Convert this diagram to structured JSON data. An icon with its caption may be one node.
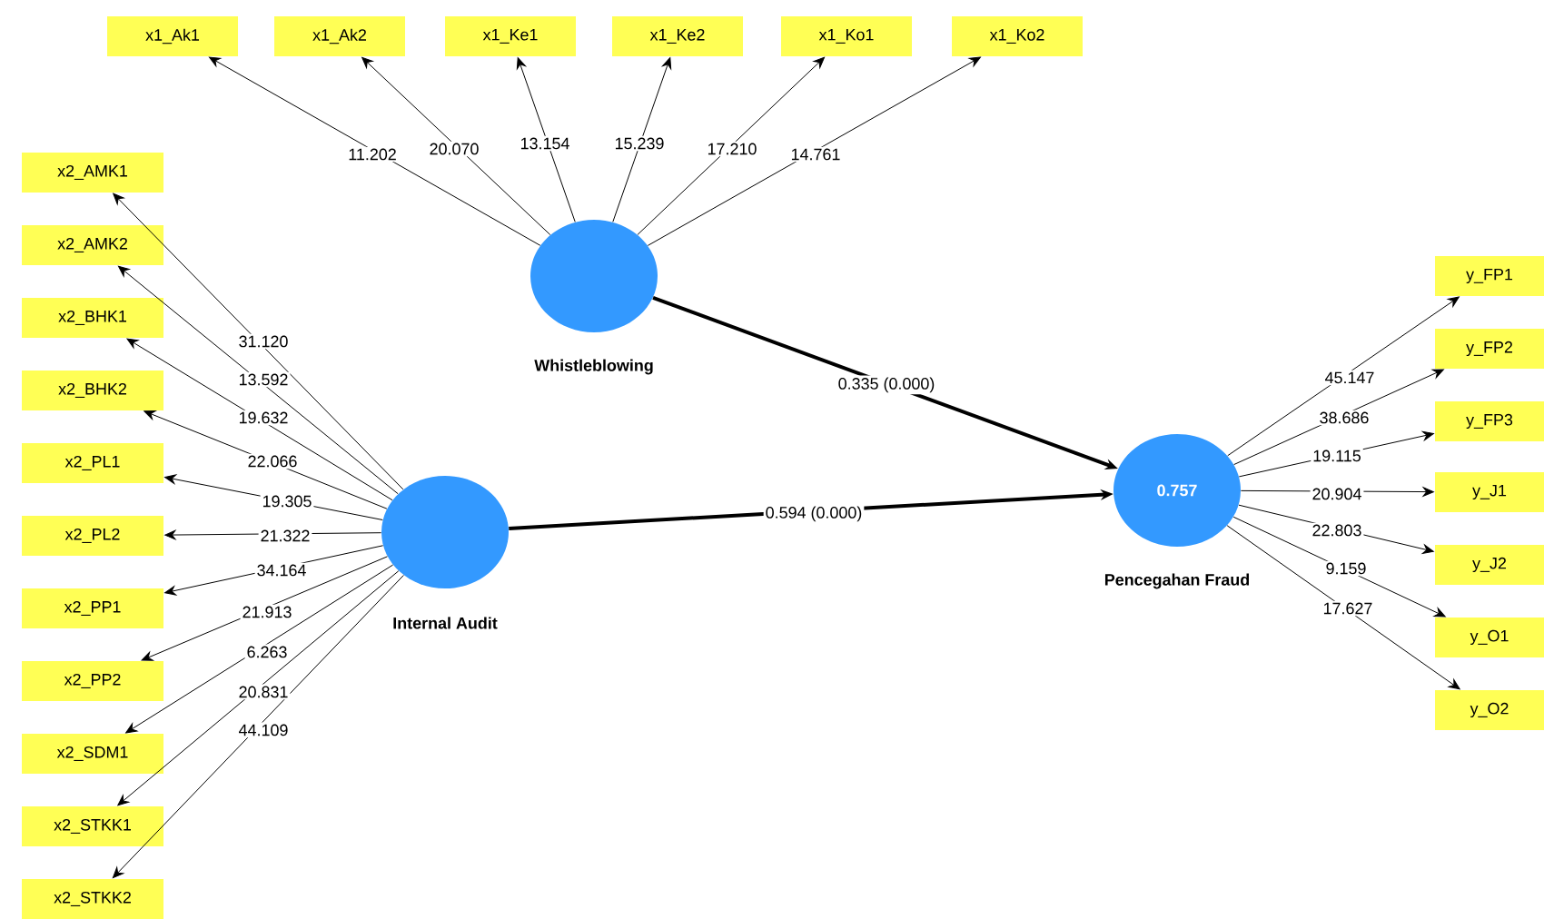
{
  "diagram": {
    "nodes": [
      {
        "text": [
          "x1_Ak1"
        ]
      },
      {
        "text": [
          "x1_Ak2"
        ]
      },
      {
        "text": [
          "x1_Ke1"
        ]
      },
      {
        "text": [
          "x1_Ke2"
        ]
      },
      {
        "text": [
          "x1_Ko1"
        ]
      },
      {
        "text": [
          "x1_Ko2"
        ]
      },
      {
        "text": [
          "Whistleblowing"
        ]
      },
      {
        "text": [
          "x2_AMK1"
        ]
      },
      {
        "text": [
          "x2_AMK2"
        ]
      },
      {
        "text": [
          "x2_BHK1"
        ]
      },
      {
        "text": [
          "x2_BHK2"
        ]
      },
      {
        "text": [
          "x2_PL1"
        ]
      },
      {
        "text": [
          "x2_PL2"
        ]
      },
      {
        "text": [
          "x2_PP1"
        ]
      },
      {
        "text": [
          "x2_PP2"
        ]
      },
      {
        "text": [
          "x2_SDM1"
        ]
      },
      {
        "text": [
          "x2_STKK1"
        ]
      },
      {
        "text": [
          "x2_STKK2"
        ]
      },
      {
        "text": [
          "Internal Audit"
        ]
      },
      {
        "text": [
          "y_FP1"
        ]
      },
      {
        "text": [
          "y_FP2"
        ]
      },
      {
        "text": [
          "y_FP3"
        ]
      },
      {
        "text": [
          "y_J1"
        ]
      },
      {
        "text": [
          "y_J2"
        ]
      },
      {
        "text": [
          "y_O1"
        ]
      },
      {
        "text": [
          "y_O2"
        ]
      },
      {
        "text": [
          "0.757",
          "Pencegahan Fraud"
        ]
      }
    ],
    "edges": [
      {
        "from": 6,
        "to": 0,
        "arrow": "to",
        "label": "11.202"
      },
      {
        "from": 6,
        "to": 1,
        "arrow": "to",
        "label": "20.070"
      },
      {
        "from": 6,
        "to": 2,
        "arrow": "to",
        "label": "13.154"
      },
      {
        "from": 6,
        "to": 3,
        "arrow": "to",
        "label": "15.239"
      },
      {
        "from": 6,
        "to": 4,
        "arrow": "to",
        "label": "17.210"
      },
      {
        "from": 6,
        "to": 5,
        "arrow": "to",
        "label": "14.761"
      },
      {
        "from": 18,
        "to": 7,
        "arrow": "to",
        "label": "31.120"
      },
      {
        "from": 18,
        "to": 8,
        "arrow": "to",
        "label": "13.592"
      },
      {
        "from": 18,
        "to": 9,
        "arrow": "to",
        "label": "19.632"
      },
      {
        "from": 18,
        "to": 10,
        "arrow": "to",
        "label": "22.066"
      },
      {
        "from": 18,
        "to": 11,
        "arrow": "to",
        "label": "19.305"
      },
      {
        "from": 18,
        "to": 12,
        "arrow": "to",
        "label": "21.322"
      },
      {
        "from": 18,
        "to": 13,
        "arrow": "to",
        "label": "34.164"
      },
      {
        "from": 18,
        "to": 14,
        "arrow": "to",
        "label": "21.913"
      },
      {
        "from": 18,
        "to": 15,
        "arrow": "to",
        "label": "6.263"
      },
      {
        "from": 18,
        "to": 16,
        "arrow": "to",
        "label": "20.831"
      },
      {
        "from": 18,
        "to": 17,
        "arrow": "to",
        "label": "44.109"
      },
      {
        "from": 26,
        "to": 19,
        "arrow": "to",
        "label": "45.147"
      },
      {
        "from": 26,
        "to": 20,
        "arrow": "to",
        "label": "38.686"
      },
      {
        "from": 26,
        "to": 21,
        "arrow": "to",
        "label": "19.115"
      },
      {
        "from": 26,
        "to": 22,
        "arrow": "to",
        "label": "20.904"
      },
      {
        "from": 26,
        "to": 23,
        "arrow": "to",
        "label": "22.803"
      },
      {
        "from": 26,
        "to": 24,
        "arrow": "to",
        "label": "9.159"
      },
      {
        "from": 26,
        "to": 25,
        "arrow": "to",
        "label": "17.627"
      },
      {
        "from": 6,
        "to": 26,
        "arrow": "to",
        "label": "0.335 (0.000)",
        "style": "thick"
      },
      {
        "from": 18,
        "to": 26,
        "arrow": "to",
        "label": "0.594 (0.000)",
        "style": "thick"
      }
    ]
  }
}
